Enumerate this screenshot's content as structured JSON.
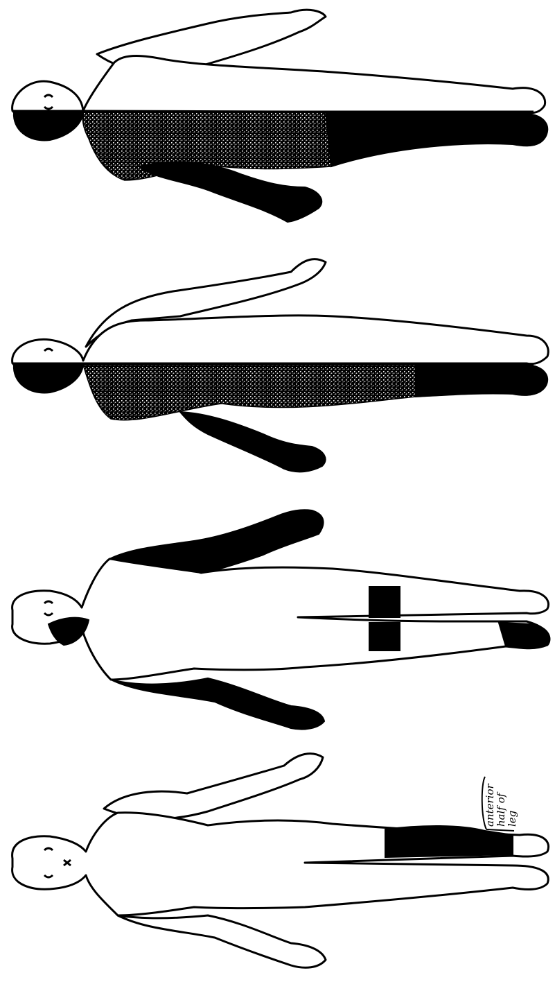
{
  "figure": {
    "orientation": "rotated 90 degrees counter-clockwise",
    "colors": {
      "outline": "#000000",
      "shading": "#000000",
      "background": "#ffffff"
    },
    "panels": [
      {
        "id": "panel-1",
        "shading": "left half of body solid and stippled"
      },
      {
        "id": "panel-2",
        "shading": "left half of body solid and stippled"
      },
      {
        "id": "panel-3",
        "shading": "both arms, band around both legs, left foot, part of face"
      },
      {
        "id": "panel-4",
        "shading": "anterior half of one leg"
      }
    ],
    "annotation": {
      "lines": [
        "anterior",
        "half of",
        "leg"
      ]
    }
  }
}
